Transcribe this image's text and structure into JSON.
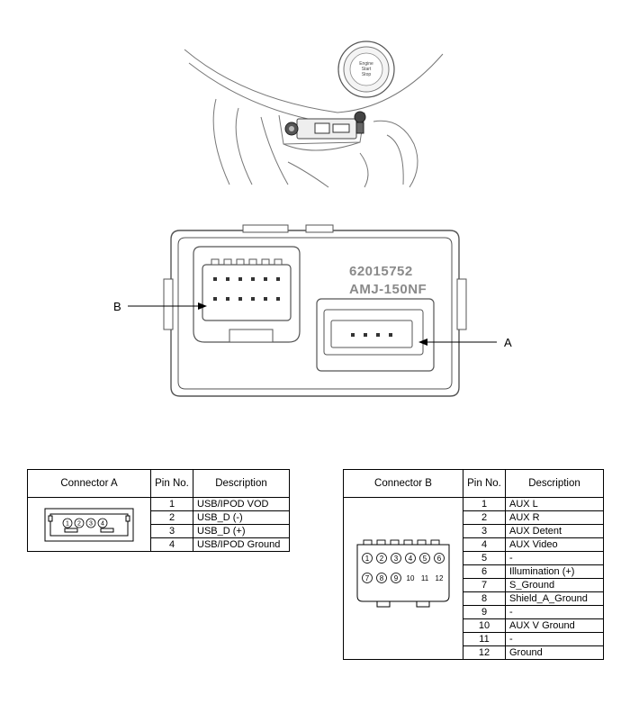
{
  "module_marking": {
    "part_number": "62015752",
    "model": "AMJ-150NF"
  },
  "callouts": {
    "a": "A",
    "b": "B"
  },
  "ignition_button_text": [
    "Engine",
    "Start",
    "Stop"
  ],
  "connector_a_table": {
    "headers": [
      "Connector A",
      "Pin No.",
      "Description"
    ],
    "pin_labels": [
      "1",
      "2",
      "3",
      "4"
    ],
    "rows": [
      {
        "pin": "1",
        "desc": "USB/IPOD VOD"
      },
      {
        "pin": "2",
        "desc": "USB_D (-)"
      },
      {
        "pin": "3",
        "desc": "USB_D (+)"
      },
      {
        "pin": "4",
        "desc": "USB/IPOD Ground"
      }
    ]
  },
  "connector_b_table": {
    "headers": [
      "Connector B",
      "Pin No.",
      "Description"
    ],
    "pin_labels_top": [
      "1",
      "2",
      "3",
      "4",
      "5",
      "6"
    ],
    "pin_labels_bottom": [
      "7",
      "8",
      "9",
      "10",
      "11",
      "12"
    ],
    "rows": [
      {
        "pin": "1",
        "desc": "AUX L"
      },
      {
        "pin": "2",
        "desc": "AUX R"
      },
      {
        "pin": "3",
        "desc": "AUX Detent"
      },
      {
        "pin": "4",
        "desc": "AUX Video"
      },
      {
        "pin": "5",
        "desc": "-"
      },
      {
        "pin": "6",
        "desc": "Illumination (+)"
      },
      {
        "pin": "7",
        "desc": "S_Ground"
      },
      {
        "pin": "8",
        "desc": "Shield_A_Ground"
      },
      {
        "pin": "9",
        "desc": "-"
      },
      {
        "pin": "10",
        "desc": "AUX V Ground"
      },
      {
        "pin": "11",
        "desc": "-"
      },
      {
        "pin": "12",
        "desc": "Ground"
      }
    ]
  }
}
